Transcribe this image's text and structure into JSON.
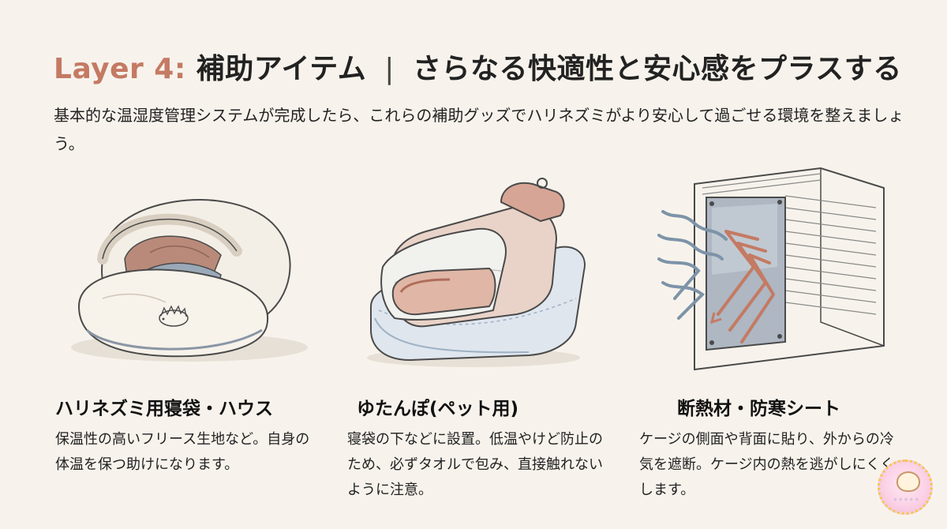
{
  "title": {
    "layer": "Layer 4:",
    "main": "補助アイテム",
    "separator": "|",
    "sub": "さらなる快適性と安心感をプラスする"
  },
  "intro": "基本的な温湿度管理システムが完成したら、これらの補助グッズでハリネズミがより安心して過ごせる環境を整えましょう。",
  "items": [
    {
      "title": "ハリネズミ用寝袋・ハウス",
      "desc": "保温性の高いフリース生地など。自身の体温を保つ助けになります。",
      "icon": "sleeping-bag-icon"
    },
    {
      "title": "ゆたんぽ(ペット用)",
      "desc": "寝袋の下などに設置。低温やけど防止のため、必ずタオルで包み、直接触れないように注意。",
      "icon": "hot-water-bottle-icon"
    },
    {
      "title": "断熱材・防寒シート",
      "desc": "ケージの側面や背面に貼り、外からの冷気を遮断。ケージ内の熱を逃がしにくくします。",
      "icon": "insulation-sheet-icon"
    }
  ],
  "colors": {
    "background": "#f7f3ec",
    "accent": "#c47a63",
    "cold_arrows": "#7d93a8",
    "warm_arrows": "#c47a63"
  }
}
